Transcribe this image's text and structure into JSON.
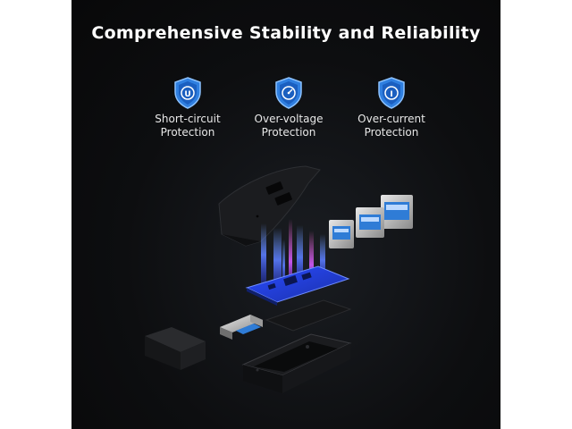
{
  "title": "Comprehensive Stability and Reliability",
  "features": [
    {
      "label": "Short-circuit\nProtection",
      "icon": "shield-u-icon"
    },
    {
      "label": "Over-voltage\nProtection",
      "icon": "shield-gauge-icon"
    },
    {
      "label": "Over-current\nProtection",
      "icon": "shield-i-icon"
    }
  ],
  "colors": {
    "background": "#0d0e10",
    "shield": "#2f7fe0",
    "usb_blue": "#2f7cd6",
    "glow": "#3a6cff",
    "text": "#ffffff"
  }
}
